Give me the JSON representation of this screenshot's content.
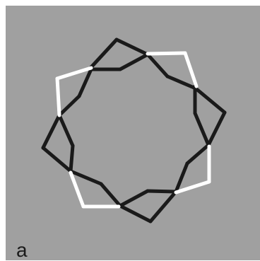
{
  "figure": {
    "panel_label": "a",
    "colors": {
      "background": "#a0a0a0",
      "dark_edge": "#1a1a1a",
      "light_edge": "#ffffff"
    },
    "edge_groups": [
      {
        "id": "dark-edges",
        "color_key": "dark_edge",
        "segments": [
          [
            129,
            95,
            165,
            56
          ],
          [
            165,
            56,
            209,
            77
          ],
          [
            129,
            98,
            170,
            98
          ],
          [
            170,
            98,
            209,
            77
          ],
          [
            209,
            77,
            237,
            108
          ],
          [
            237,
            108,
            277,
            125
          ],
          [
            277,
            125,
            318,
            159
          ],
          [
            318,
            159,
            295,
            205
          ],
          [
            276,
            122,
            276,
            160
          ],
          [
            276,
            160,
            295,
            205
          ],
          [
            295,
            205,
            265,
            231
          ],
          [
            265,
            231,
            249,
            271
          ],
          [
            249,
            271,
            209,
            270
          ],
          [
            209,
            270,
            170,
            291
          ],
          [
            249,
            271,
            213,
            313
          ],
          [
            213,
            313,
            170,
            291
          ],
          [
            170,
            291,
            143,
            260
          ],
          [
            143,
            260,
            100,
            242
          ],
          [
            100,
            242,
            61,
            209
          ],
          [
            61,
            209,
            84,
            163
          ],
          [
            100,
            242,
            103,
            206
          ],
          [
            103,
            206,
            84,
            163
          ],
          [
            84,
            163,
            112,
            136
          ],
          [
            112,
            136,
            129,
            98
          ]
        ]
      },
      {
        "id": "light-edges",
        "color_key": "light_edge",
        "segments": [
          [
            209,
            76,
            262,
            75
          ],
          [
            262,
            75,
            278,
            122
          ],
          [
            296,
            207,
            296,
            257
          ],
          [
            296,
            257,
            249,
            272
          ],
          [
            168,
            292,
            118,
            292
          ],
          [
            118,
            292,
            100,
            244
          ],
          [
            84,
            163,
            81,
            111
          ],
          [
            81,
            111,
            129,
            96
          ]
        ]
      }
    ],
    "stroke_width": 5
  }
}
